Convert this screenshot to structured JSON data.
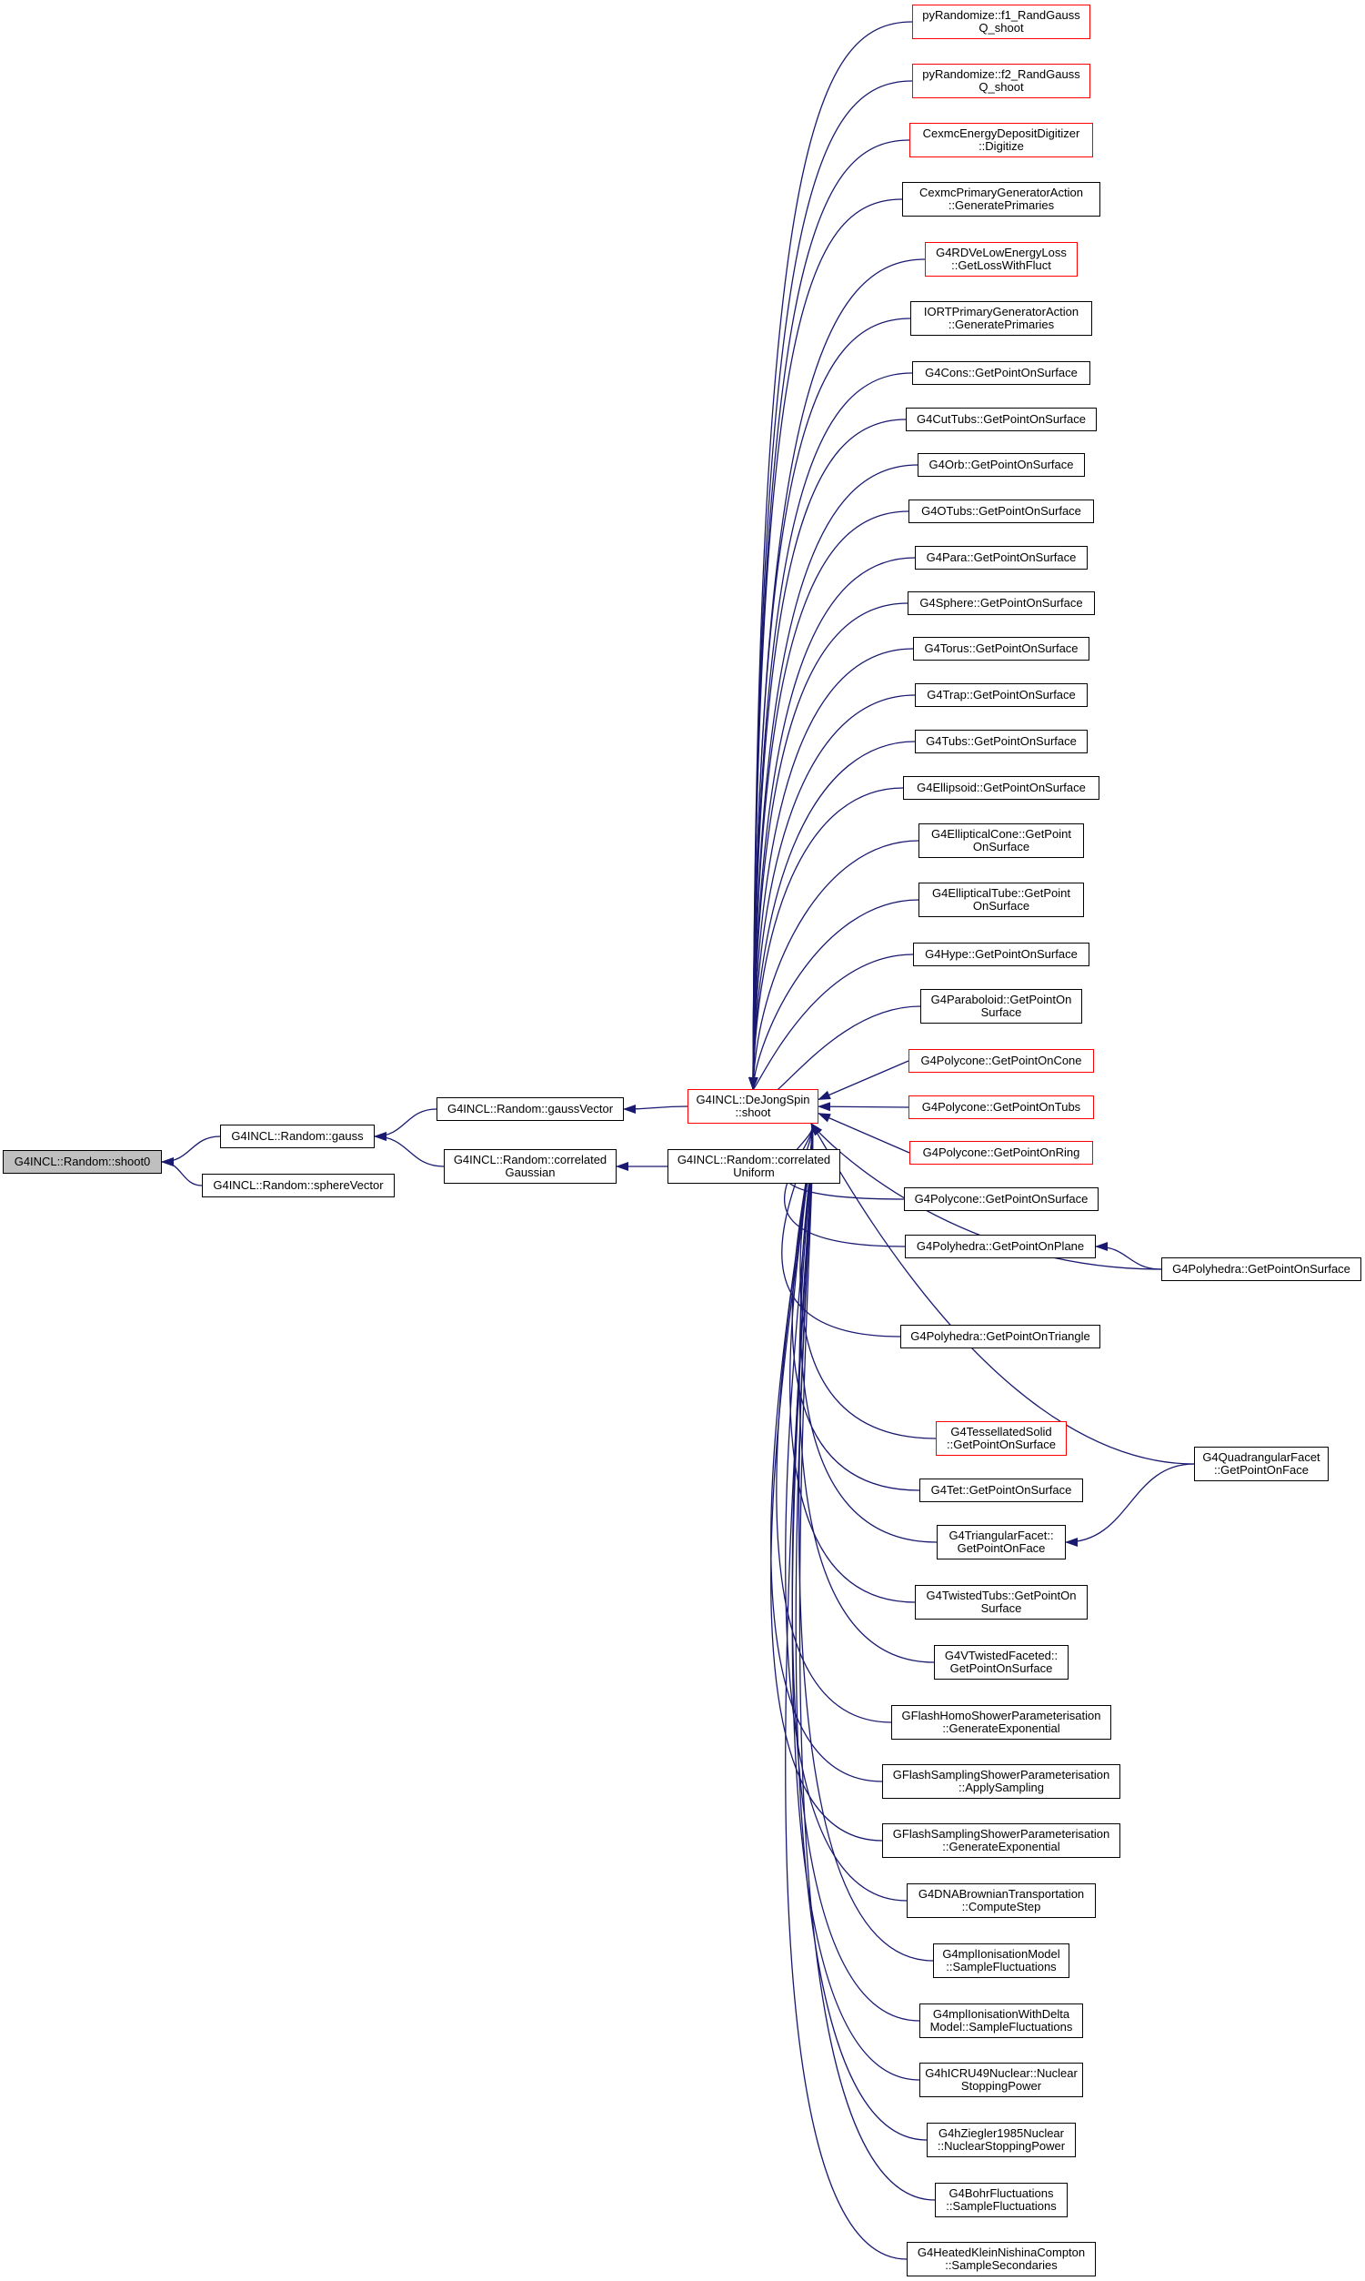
{
  "colors": {
    "edge": "#191970",
    "border_default": "#000000",
    "border_red": "#ff0000",
    "root_fill": "#bfbfbf"
  },
  "nodes": [
    {
      "id": "shoot0",
      "label": "G4INCL::Random::shoot0",
      "style": "root"
    },
    {
      "id": "gauss",
      "label": "G4INCL::Random::gauss",
      "style": "normal"
    },
    {
      "id": "sphereVector",
      "label": "G4INCL::Random::sphereVector",
      "style": "normal"
    },
    {
      "id": "gaussVector",
      "label": "G4INCL::Random::gaussVector",
      "style": "normal"
    },
    {
      "id": "correlatedGaussian",
      "label": "G4INCL::Random::correlated\nGaussian",
      "style": "normal"
    },
    {
      "id": "correlatedUniform",
      "label": "G4INCL::Random::correlated\nUniform",
      "style": "normal"
    },
    {
      "id": "dejong",
      "label": "G4INCL::DeJongSpin\n::shoot",
      "style": "red"
    },
    {
      "id": "f1",
      "label": "pyRandomize::f1_RandGauss\nQ_shoot",
      "style": "red"
    },
    {
      "id": "f2",
      "label": "pyRandomize::f2_RandGauss\nQ_shoot",
      "style": "red"
    },
    {
      "id": "cexmcDigitize",
      "label": "CexmcEnergyDepositDigitizer\n::Digitize",
      "style": "red"
    },
    {
      "id": "cexmcPrimary",
      "label": "CexmcPrimaryGeneratorAction\n::GeneratePrimaries",
      "style": "normal"
    },
    {
      "id": "rdve",
      "label": "G4RDVeLowEnergyLoss\n::GetLossWithFluct",
      "style": "red"
    },
    {
      "id": "iort",
      "label": "IORTPrimaryGeneratorAction\n::GeneratePrimaries",
      "style": "normal"
    },
    {
      "id": "cons",
      "label": "G4Cons::GetPointOnSurface",
      "style": "normal"
    },
    {
      "id": "cuttubs",
      "label": "G4CutTubs::GetPointOnSurface",
      "style": "normal"
    },
    {
      "id": "orb",
      "label": "G4Orb::GetPointOnSurface",
      "style": "normal"
    },
    {
      "id": "otubs",
      "label": "G4OTubs::GetPointOnSurface",
      "style": "normal"
    },
    {
      "id": "para",
      "label": "G4Para::GetPointOnSurface",
      "style": "normal"
    },
    {
      "id": "sphere",
      "label": "G4Sphere::GetPointOnSurface",
      "style": "normal"
    },
    {
      "id": "torus",
      "label": "G4Torus::GetPointOnSurface",
      "style": "normal"
    },
    {
      "id": "trap",
      "label": "G4Trap::GetPointOnSurface",
      "style": "normal"
    },
    {
      "id": "tubs",
      "label": "G4Tubs::GetPointOnSurface",
      "style": "normal"
    },
    {
      "id": "ellipsoid",
      "label": "G4Ellipsoid::GetPointOnSurface",
      "style": "normal"
    },
    {
      "id": "ellcone",
      "label": "G4EllipticalCone::GetPoint\nOnSurface",
      "style": "normal"
    },
    {
      "id": "elltube",
      "label": "G4EllipticalTube::GetPoint\nOnSurface",
      "style": "normal"
    },
    {
      "id": "hype",
      "label": "G4Hype::GetPointOnSurface",
      "style": "normal"
    },
    {
      "id": "paraboloid",
      "label": "G4Paraboloid::GetPointOn\nSurface",
      "style": "normal"
    },
    {
      "id": "pconeCone",
      "label": "G4Polycone::GetPointOnCone",
      "style": "red"
    },
    {
      "id": "pconeTubs",
      "label": "G4Polycone::GetPointOnTubs",
      "style": "red"
    },
    {
      "id": "pconeRing",
      "label": "G4Polycone::GetPointOnRing",
      "style": "red"
    },
    {
      "id": "pconeSurf",
      "label": "G4Polycone::GetPointOnSurface",
      "style": "normal"
    },
    {
      "id": "phedraPlane",
      "label": "G4Polyhedra::GetPointOnPlane",
      "style": "normal"
    },
    {
      "id": "phedraSurf",
      "label": "G4Polyhedra::GetPointOnSurface",
      "style": "normal"
    },
    {
      "id": "phedraTri",
      "label": "G4Polyhedra::GetPointOnTriangle",
      "style": "normal"
    },
    {
      "id": "tessellated",
      "label": "G4TessellatedSolid\n::GetPointOnSurface",
      "style": "red"
    },
    {
      "id": "quadFacet",
      "label": "G4QuadrangularFacet\n::GetPointOnFace",
      "style": "normal"
    },
    {
      "id": "tet",
      "label": "G4Tet::GetPointOnSurface",
      "style": "normal"
    },
    {
      "id": "triFacet",
      "label": "G4TriangularFacet::\nGetPointOnFace",
      "style": "normal"
    },
    {
      "id": "twistedTubs",
      "label": "G4TwistedTubs::GetPointOn\nSurface",
      "style": "normal"
    },
    {
      "id": "vtwisted",
      "label": "G4VTwistedFaceted::\nGetPointOnSurface",
      "style": "normal"
    },
    {
      "id": "gflashHomo",
      "label": "GFlashHomoShowerParameterisation\n::GenerateExponential",
      "style": "normal"
    },
    {
      "id": "gflashSampApply",
      "label": "GFlashSamplingShowerParameterisation\n::ApplySampling",
      "style": "normal"
    },
    {
      "id": "gflashSampGen",
      "label": "GFlashSamplingShowerParameterisation\n::GenerateExponential",
      "style": "normal"
    },
    {
      "id": "dnaBrownian",
      "label": "G4DNABrownianTransportation\n::ComputeStep",
      "style": "normal"
    },
    {
      "id": "mplIon",
      "label": "G4mplIonisationModel\n::SampleFluctuations",
      "style": "normal"
    },
    {
      "id": "mplIonDelta",
      "label": "G4mplIonisationWithDelta\nModel::SampleFluctuations",
      "style": "normal"
    },
    {
      "id": "hICRU",
      "label": "G4hICRU49Nuclear::Nuclear\nStoppingPower",
      "style": "normal"
    },
    {
      "id": "hZiegler",
      "label": "G4hZiegler1985Nuclear\n::NuclearStoppingPower",
      "style": "normal"
    },
    {
      "id": "bohr",
      "label": "G4BohrFluctuations\n::SampleFluctuations",
      "style": "normal"
    },
    {
      "id": "heated",
      "label": "G4HeatedKleinNishinaCompton\n::SampleSecondaries",
      "style": "normal"
    }
  ]
}
